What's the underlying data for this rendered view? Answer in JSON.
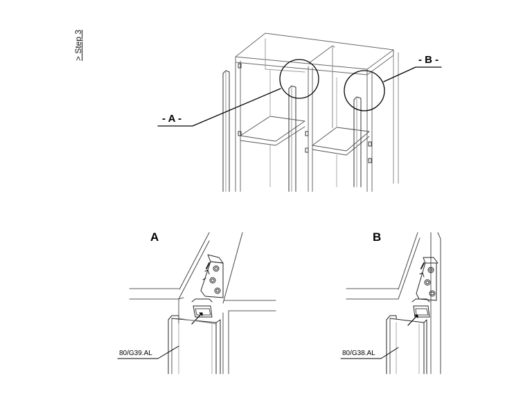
{
  "step": "> Step 3",
  "callouts": {
    "a": "- A -",
    "b": "- B -"
  },
  "details": [
    {
      "letter": "A",
      "part": "80/G39.AL"
    },
    {
      "letter": "B",
      "part": "80/G38.AL"
    }
  ]
}
